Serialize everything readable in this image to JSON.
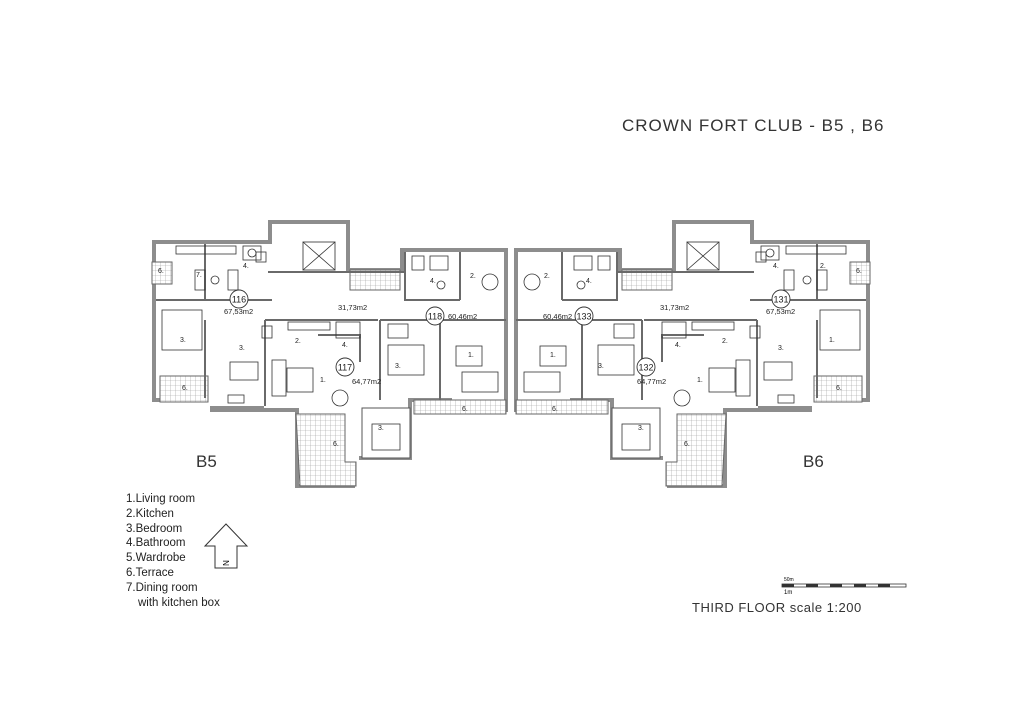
{
  "title": "CROWN FORT CLUB - B5 , B6",
  "buildings": {
    "left": "B5",
    "right": "B6"
  },
  "legend": {
    "items": [
      "1.Living room",
      "2.Kitchen",
      "3.Bedroom",
      "4.Bathroom",
      "5.Wardrobe",
      "6.Terrace",
      "7.Dining room"
    ],
    "continuation": "with kitchen box"
  },
  "scale": {
    "label": "THIRD FLOOR scale 1:200",
    "bar_top": "50m",
    "bar_bottom": "1m"
  },
  "apartments": [
    {
      "number": "116",
      "area": "67,53m2"
    },
    {
      "number": "117",
      "area": "64,77m2"
    },
    {
      "number": "118",
      "area": "60,46m2"
    },
    {
      "number": "133",
      "area": "60,46m2"
    },
    {
      "number": "132",
      "area": "64,77m2"
    },
    {
      "number": "131",
      "area": "67,53m2"
    }
  ],
  "common_areas": [
    "31,73m2",
    "31,73m2"
  ],
  "room_labels": {
    "terrace": "6.",
    "dining": "7.",
    "bathroom": "4.",
    "kitchen": "2.",
    "bedroom": "3.",
    "living": "1."
  },
  "north_label": "N"
}
